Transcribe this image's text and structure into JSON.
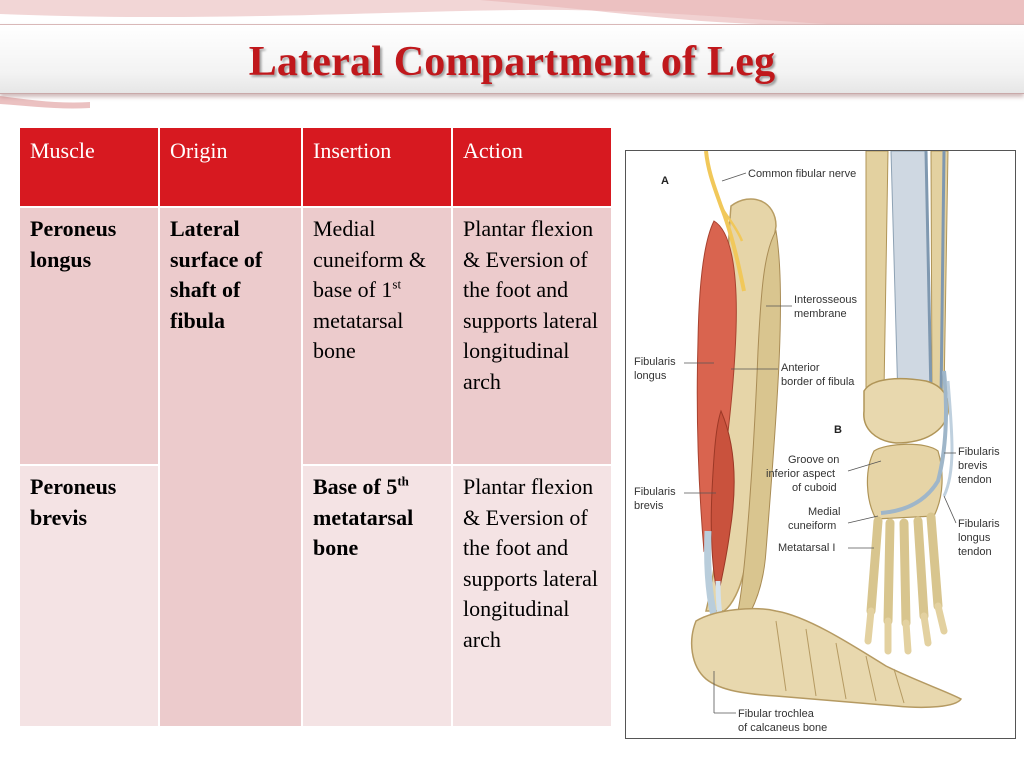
{
  "slide": {
    "title": "Lateral Compartment of Leg"
  },
  "table": {
    "headers": {
      "muscle": "Muscle",
      "origin": "Origin",
      "insertion": "Insertion",
      "action": "Action"
    },
    "rows": [
      {
        "muscle": "Peroneus longus",
        "insertion_a": "Medial cuneiform & base of 1",
        "insertion_sup": "st",
        "insertion_b": " metatarsal bone",
        "action": "Plantar flexion & Eversion of the foot and supports lateral longitudinal arch"
      },
      {
        "muscle": "Peroneus brevis",
        "insertion_a": "Base of 5",
        "insertion_sup": "th",
        "insertion_b": " metatarsal bone",
        "action": "Plantar flexion & Eversion of the foot and supports lateral longitudinal arch"
      }
    ],
    "shared_origin": "Lateral surface of shaft of fibula"
  },
  "figure": {
    "panel_a": "A",
    "panel_b": "B",
    "labels": {
      "common_fibular_nerve": "Common fibular nerve",
      "interosseous_1": "Interosseous",
      "interosseous_2": "membrane",
      "anterior_1": "Anterior",
      "anterior_2": "border of fibula",
      "fib_longus_1": "Fibularis",
      "fib_longus_2": "longus",
      "fib_brevis_1": "Fibularis",
      "fib_brevis_2": "brevis",
      "groove_1": "Groove on",
      "groove_2": "inferior aspect",
      "groove_3": "of cuboid",
      "medial_cun_1": "Medial",
      "medial_cun_2": "cuneiform",
      "metatarsal_1": "Metatarsal I",
      "brevis_tendon_1": "Fibularis",
      "brevis_tendon_2": "brevis",
      "brevis_tendon_3": "tendon",
      "longus_tendon_1": "Fibularis",
      "longus_tendon_2": "longus",
      "longus_tendon_3": "tendon",
      "trochlea_1": "Fibular trochlea",
      "trochlea_2": "of calcaneus bone"
    }
  },
  "colors": {
    "title": "#c0181c",
    "header_bg": "#d71920",
    "row1_bg": "#eccbcc",
    "row2_bg": "#f4e3e4"
  }
}
